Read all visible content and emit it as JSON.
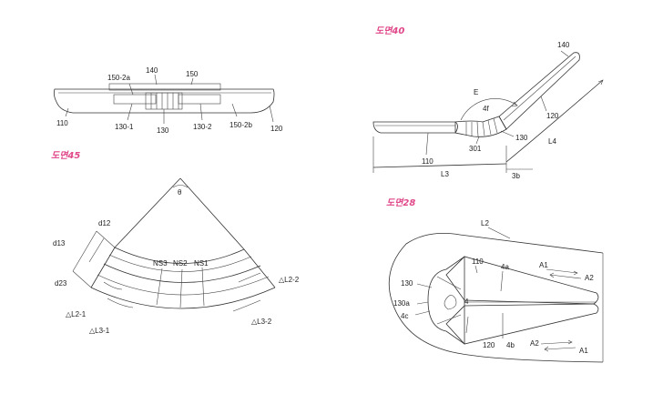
{
  "colors": {
    "title": "#e0488a",
    "line": "#333333"
  },
  "fig_top_left": {
    "labels": {
      "l150_2a": "150-2a",
      "l140": "140",
      "l150": "150",
      "l110": "110",
      "l130_1": "130-1",
      "l130": "130",
      "l130_2": "130-2",
      "l150_2b": "150-2b",
      "l120": "120"
    }
  },
  "fig40": {
    "title": "도면40",
    "labels": {
      "l140": "140",
      "lE": "E",
      "l4f": "4f",
      "l120": "120",
      "l130": "130",
      "l301": "301",
      "l110": "110",
      "lL4": "L4",
      "lL3": "L3",
      "l3b": "3b"
    }
  },
  "fig45": {
    "title": "도면45",
    "labels": {
      "theta": "θ",
      "d12": "d12",
      "d13": "d13",
      "d23": "d23",
      "ns3": "NS3",
      "ns2": "NS2",
      "ns1": "NS1",
      "dl2_1": "△L2-1",
      "dl3_1": "△L3-1",
      "dl2_2": "△L2-2",
      "dl3_2": "△L3-2"
    }
  },
  "fig28": {
    "title": "도면28",
    "labels": {
      "lL2": "L2",
      "l110": "110",
      "l4a": "4a",
      "lA1top": "A1",
      "lA2top": "A2",
      "l130": "130",
      "l4": "4",
      "l130a": "130a",
      "l4c": "4c",
      "l120": "120",
      "l4b": "4b",
      "lA2bot": "A2",
      "lA1bot": "A1"
    }
  }
}
